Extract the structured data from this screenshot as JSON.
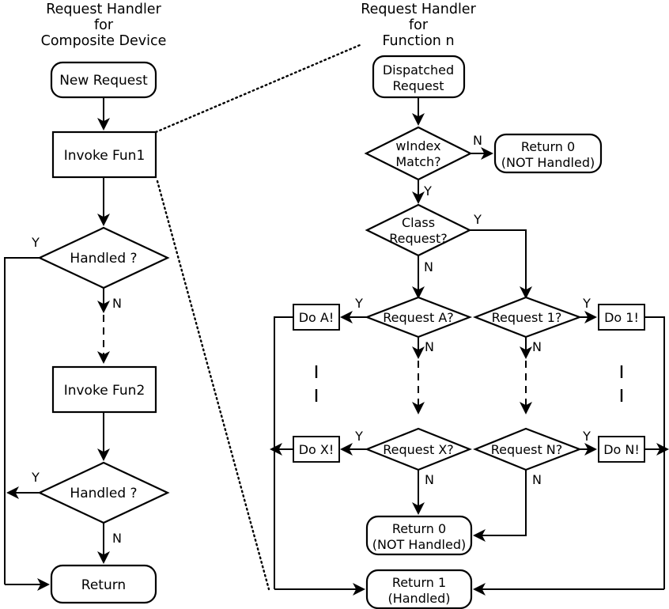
{
  "diagram": {
    "type": "flowchart",
    "background_color": "#ffffff",
    "line_color": "#000000",
    "panels": {
      "left": {
        "title_line1": "Request Handler",
        "title_line2": "for",
        "title_line3": "Composite Device"
      },
      "right": {
        "title_line1": "Request Handler",
        "title_line2": "for",
        "title_line3": "Function n"
      }
    },
    "left_nodes": {
      "new_request": "New Request",
      "invoke_fun1": "Invoke Fun1",
      "handled_1": "Handled ?",
      "invoke_fun2": "Invoke Fun2",
      "handled_2": "Handled ?",
      "return": "Return"
    },
    "left_edge_labels": {
      "handled1_yes": "Y",
      "handled1_no": "N",
      "handled2_yes": "Y",
      "handled2_no": "N"
    },
    "right_nodes": {
      "dispatched_request_line1": "Dispatched",
      "dispatched_request_line2": "Request",
      "windex_line1": "wIndex",
      "windex_line2": "Match?",
      "return0_top_line1": "Return 0",
      "return0_top_line2": "(NOT Handled)",
      "class_request_line1": "Class",
      "class_request_line2": "Request?",
      "request_a": "Request A?",
      "request_1": "Request 1?",
      "request_x": "Request X?",
      "request_n": "Request N?",
      "do_a": "Do A!",
      "do_1": "Do 1!",
      "do_x": "Do X!",
      "do_n": "Do N!",
      "return0_bottom_line1": "Return 0",
      "return0_bottom_line2": "(NOT Handled)",
      "return1_line1": "Return 1",
      "return1_line2": "(Handled)"
    },
    "right_edge_labels": {
      "windex_no": "N",
      "windex_yes": "Y",
      "class_yes": "Y",
      "class_no": "N",
      "request_a_yes": "Y",
      "request_a_no": "N",
      "request_1_yes": "Y",
      "request_1_no": "N",
      "request_x_yes": "Y",
      "request_x_no": "N",
      "request_n_yes": "Y",
      "request_n_no": "N"
    },
    "ellipsis_marks": {
      "left_col": "|",
      "right_col": "|"
    }
  }
}
